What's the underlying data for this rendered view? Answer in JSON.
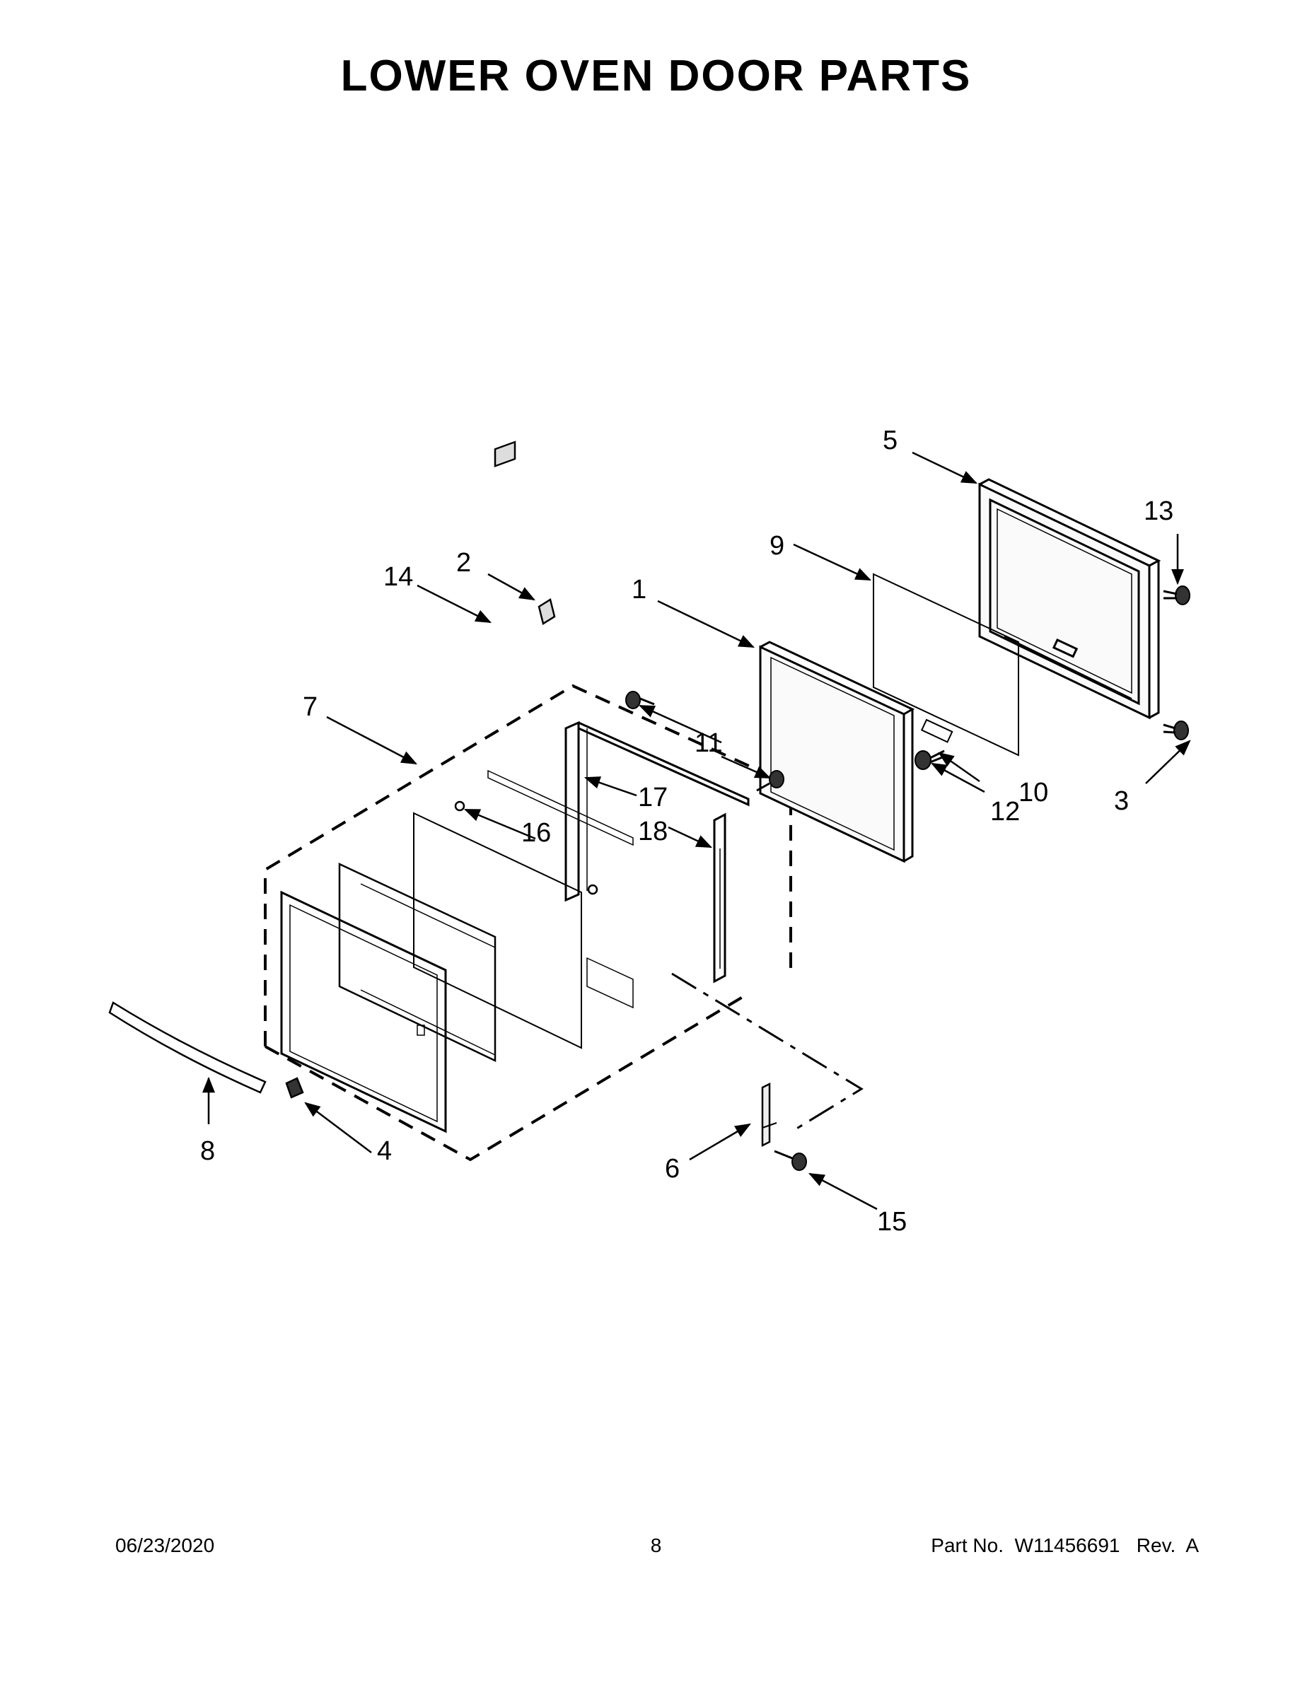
{
  "title": "LOWER OVEN DOOR PARTS",
  "callouts": {
    "c1": "1",
    "c2": "2",
    "c3": "3",
    "c4": "4",
    "c5": "5",
    "c6": "6",
    "c7": "7",
    "c8": "8",
    "c9": "9",
    "c10": "10",
    "c11": "11",
    "c12": "12",
    "c13": "13",
    "c14": "14",
    "c15": "15",
    "c16": "16",
    "c17": "17",
    "c18": "18"
  },
  "footer": {
    "date": "06/23/2020",
    "page": "8",
    "part_no": "Part No.  W11456691   Rev.  A"
  }
}
